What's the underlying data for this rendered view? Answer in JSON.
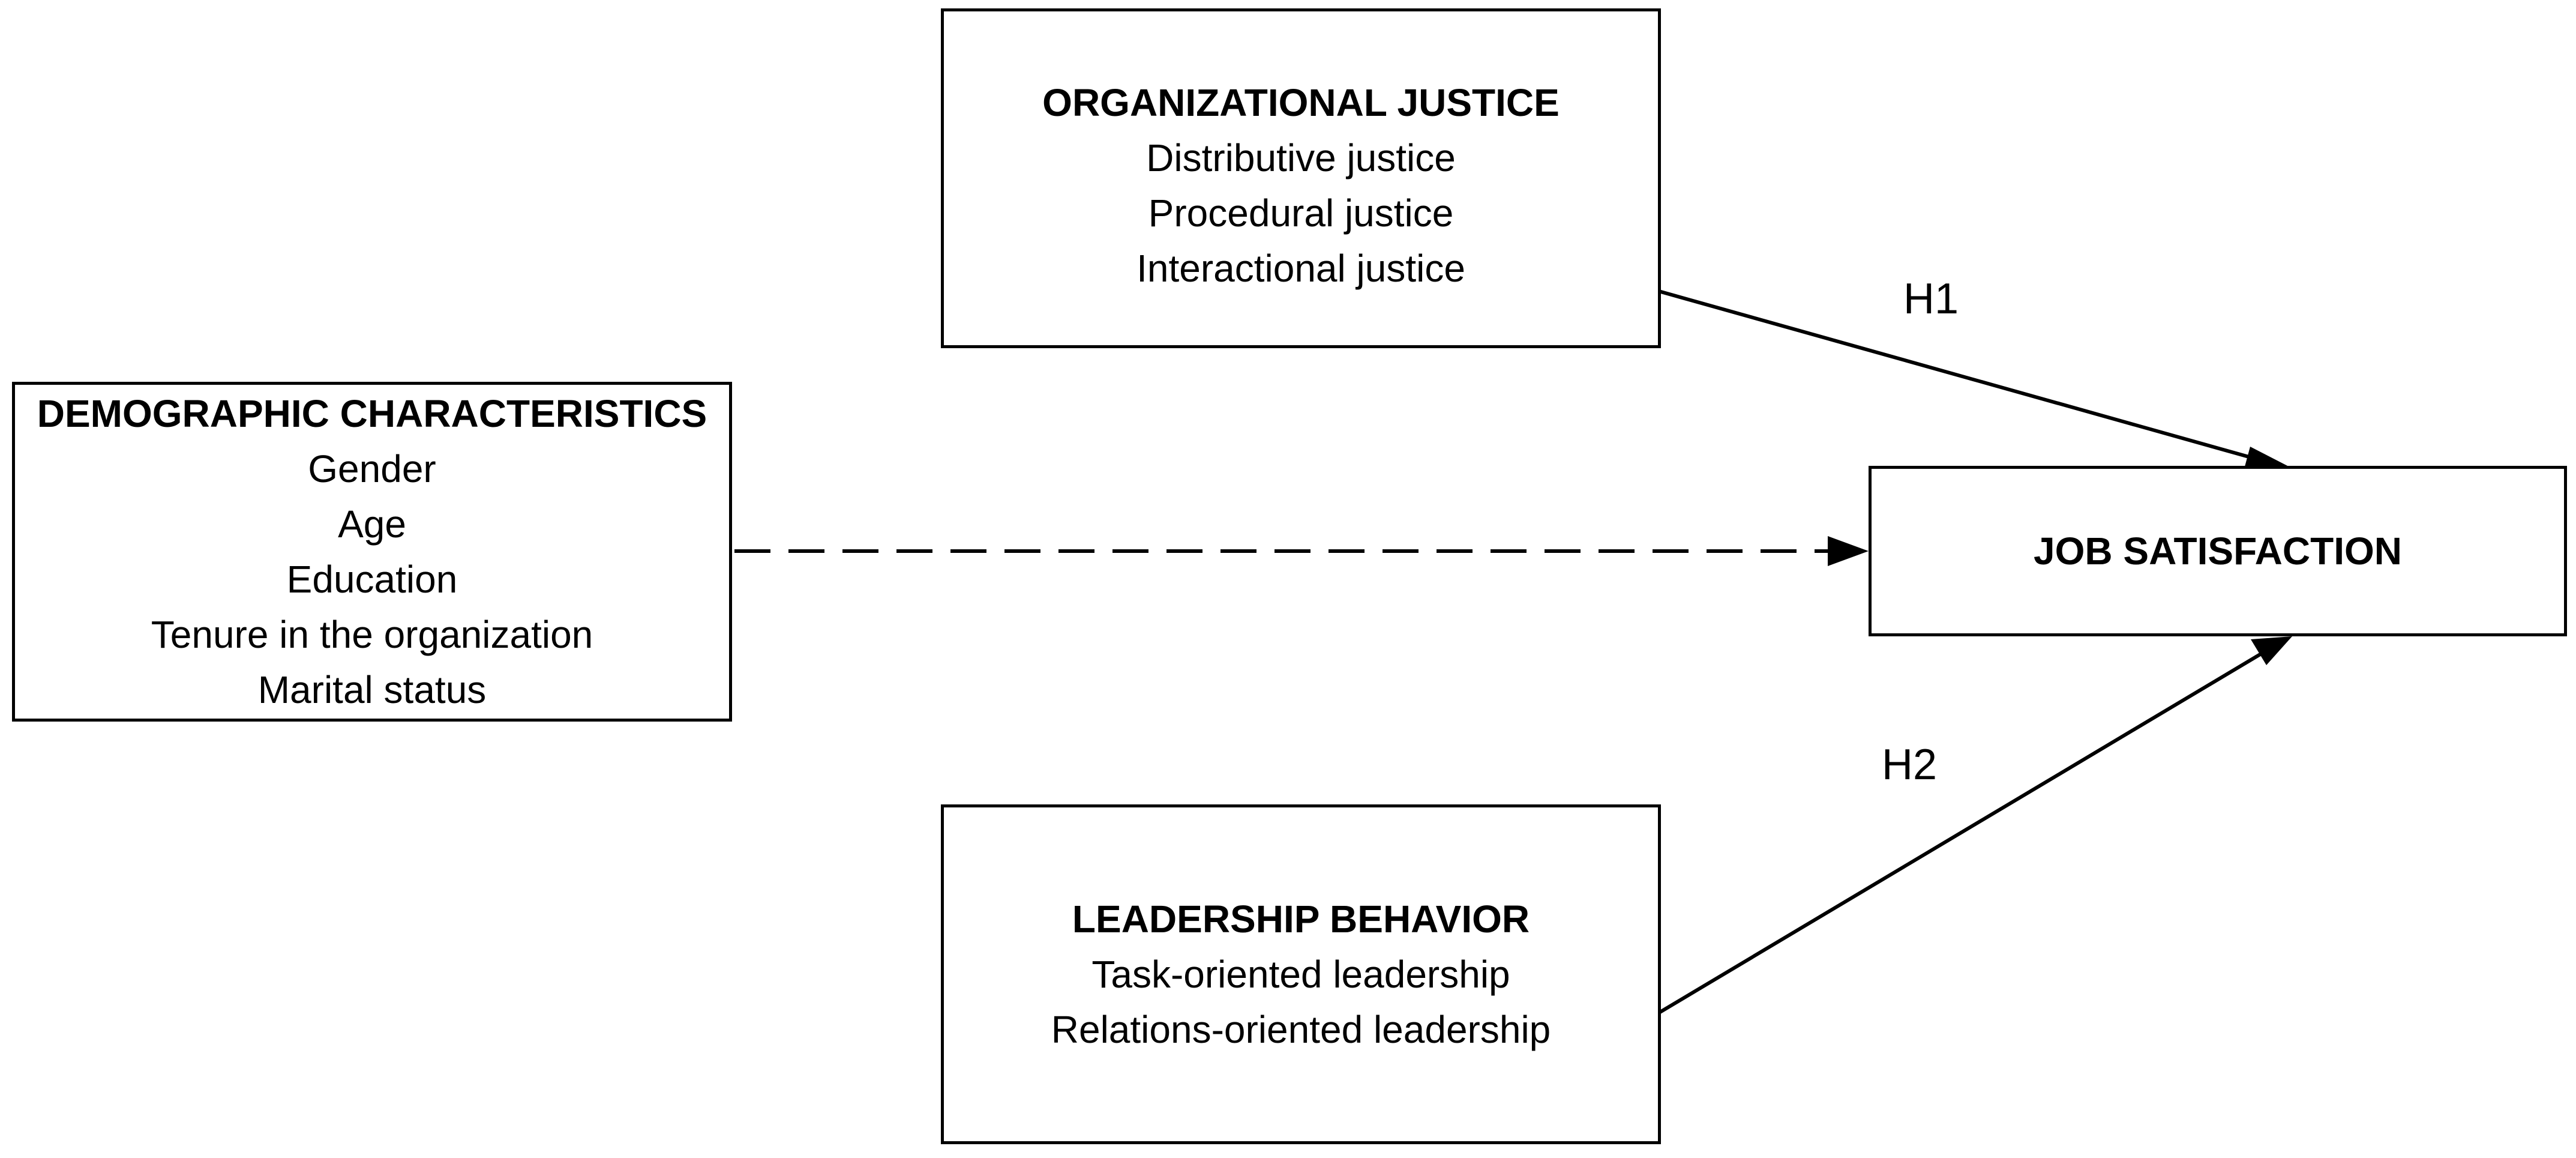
{
  "diagram": {
    "organizational_justice": {
      "title": "ORGANIZATIONAL JUSTICE",
      "items": [
        "Distributive justice",
        "Procedural justice",
        "Interactional justice"
      ]
    },
    "demographic_characteristics": {
      "title": "DEMOGRAPHIC CHARACTERISTICS",
      "items": [
        "Gender",
        "Age",
        "Education",
        "Tenure in the organization",
        "Marital status"
      ]
    },
    "job_satisfaction": {
      "title": "JOB SATISFACTION"
    },
    "leadership_behavior": {
      "title": "LEADERSHIP BEHAVIOR",
      "items": [
        "Task-oriented leadership",
        "Relations-oriented leadership"
      ]
    },
    "hypotheses": {
      "h1": "H1",
      "h2": "H2"
    },
    "colors": {
      "line": "#000000",
      "box_border": "#000000",
      "background": "#ffffff"
    }
  }
}
